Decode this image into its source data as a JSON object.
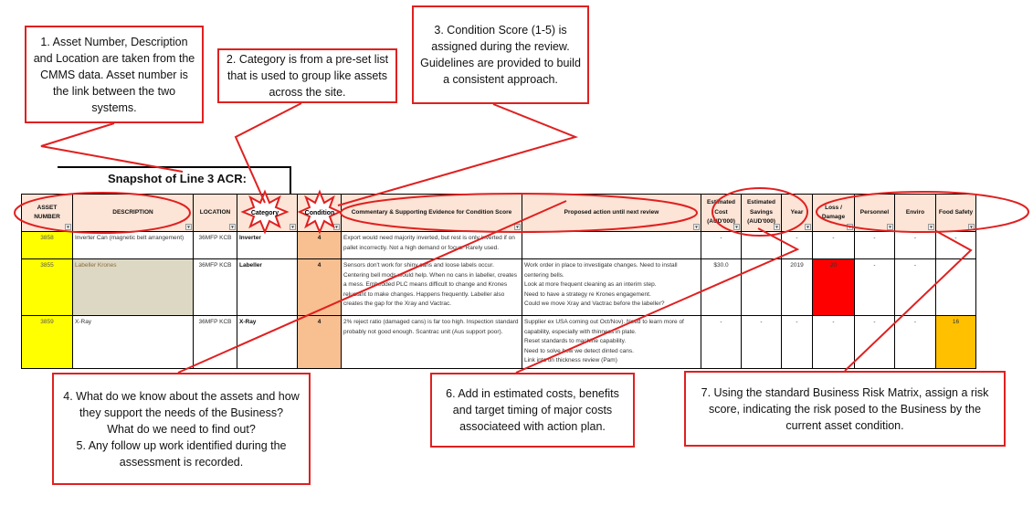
{
  "callouts": {
    "c1": "1. Asset Number, Description and Location are taken from the CMMS data. Asset number is the link between the two systems.",
    "c2": "2. Category is from a pre-set list that is used to group like assets across the site.",
    "c3": "3. Condition Score (1-5) is assigned during the review. Guidelines are provided to build a consistent approach.",
    "c4a": "4. What do we know about the assets and how they support the needs of the Business?",
    "c4b": "What do we need to find out?",
    "c5": "5. Any follow up work identified during the assessment is recorded.",
    "c6": "6. Add in estimated costs, benefits and target timing of major costs associateed with action plan.",
    "c7": "7. Using the standard Business Risk Matrix, assign a risk score, indicating the risk posed to the Business by the current asset condition."
  },
  "sheet": {
    "title": "Snapshot of Line 3 ACR:",
    "headers": [
      "ASSET NUMBER",
      "DESCRIPTION",
      "LOCATION",
      "Category",
      "Condition",
      "Commentary & Supporting Evidence for Condition Score",
      "Proposed action until next review",
      "Estimated Cost (AUD'000)",
      "Estimated Savings (AUD'000)",
      "Year",
      "Loss / Damage",
      "Personnel",
      "Enviro",
      "Food Safety"
    ],
    "rows": [
      {
        "asset": "3858",
        "desc": "Inverter Can (magnetic belt arrangement)",
        "loc": "36MFP KCB",
        "cat": "Inverter",
        "cond": "4",
        "comment": "Export would need majority inverted, but rest is only inverted if on pallet incorrectly. Not a high demand or focus. Rarely used.",
        "action": "",
        "cost": "-",
        "savings": "",
        "year": "-",
        "loss": "-",
        "personnel": "-",
        "enviro": "-",
        "food": "-"
      },
      {
        "asset": "3855",
        "desc": "Labeller Krones",
        "loc": "36MFP KCB",
        "cat": "Labeller",
        "cond": "4",
        "comment": "Sensors don't work for shiny cans and loose labels occur. Centering bell mods would help. When no cans in labeller, creates a mess. Embedded PLC means difficult to change and Krones reluctant to make changes. Happens frequently. Labeller also creates the gap for the Xray and Vactrac.",
        "action": "Work order in place to investigate changes. Need to install centering bells.\nLook at more frequent cleaning as an interim step.\nNeed to have a strategy re Krones engagement.\nCould we move Xray and Vactrac before the labeller?",
        "cost": "$30.0",
        "savings": "-",
        "year": "2019",
        "loss": "20",
        "personnel": "-",
        "enviro": "-",
        "food": ""
      },
      {
        "asset": "3859",
        "desc": "X-Ray",
        "loc": "36MFP KCB",
        "cat": "X-Ray",
        "cond": "4",
        "comment": "2% reject ratio (damaged cans) is far too high. Inspection standard probably not good enough. Scantrac unit (Aus support poor).",
        "action": "Supplier ex USA coming out Oct/Nov). Need to learn more of capability, especially with thinness in plate.\nReset standards to machine capability.\nNeed to solve how we detect dinted cans.\nLink into tin thickness review (Pam)",
        "cost": "-",
        "savings": "-",
        "year": "-",
        "loss": "-",
        "personnel": "-",
        "enviro": "-",
        "food": "16"
      }
    ]
  },
  "colors": {
    "annot": "#e02020",
    "header": "#fce4d6",
    "asset": "#ffff00",
    "cond": "#f8bf91",
    "high": "#ff0000",
    "med": "#ffc000"
  }
}
